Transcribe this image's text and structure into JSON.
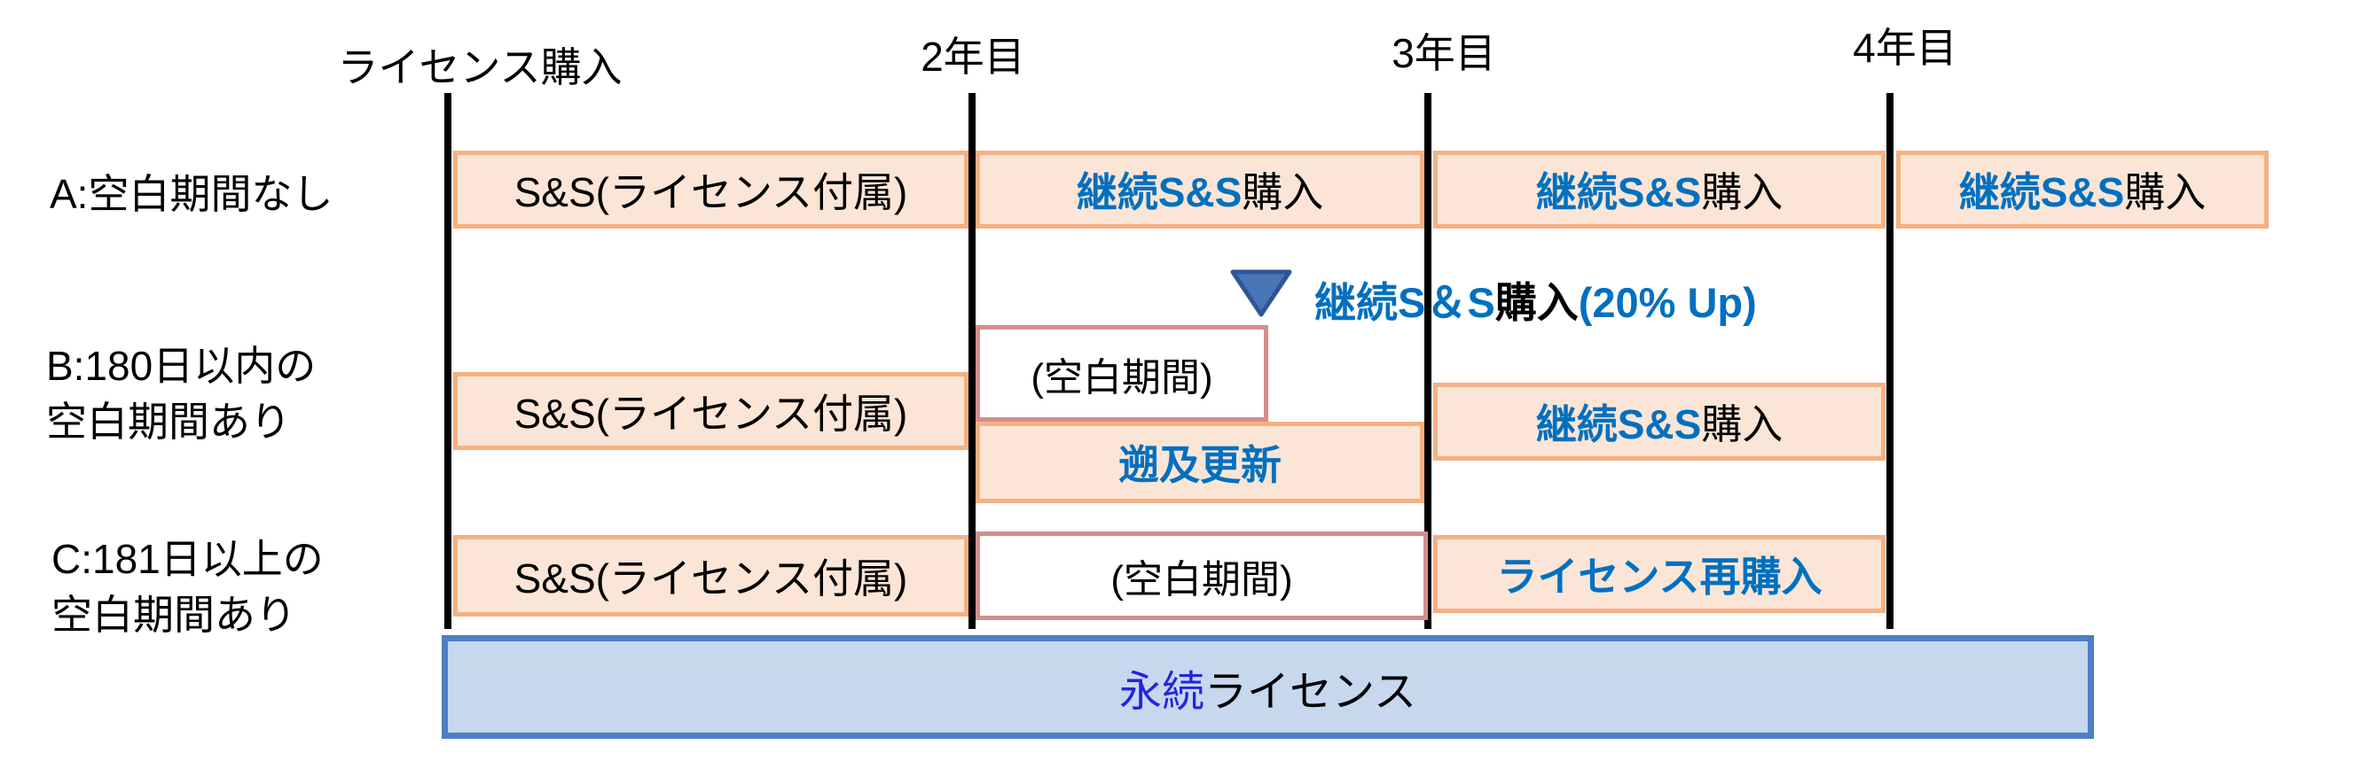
{
  "diagram": {
    "axis": {
      "labels": [
        "ライセンス購入",
        "2年目",
        "3年目",
        "4年目"
      ]
    },
    "row_labels": {
      "a": "A:空白期間なし",
      "b_line1": "B:180日以内の",
      "b_line2": "空白期間あり",
      "c_line1": "C:181日以上の",
      "c_line2": "空白期間あり"
    },
    "boxes": {
      "ss_attached": "S&S(ライセンス付属)",
      "renew_prefix": "継続S&S",
      "renew_suffix": "購入",
      "blank_period": "(空白期間)",
      "retroactive_renewal": "遡及更新",
      "license_rebuy": "ライセンス再購入",
      "perpetual_prefix": "永続",
      "perpetual_suffix": "ライセンス"
    },
    "annotation": {
      "prefix": "継続S＆S",
      "mid": "購入",
      "suffix": "(20% Up)"
    },
    "icons": {
      "down_triangle": "down-triangle-marker"
    },
    "colors": {
      "orange_border": "#F4B183",
      "orange_fill": "#FBE5D6",
      "rose_border": "#D48E8D",
      "accent_blue": "#0070C0",
      "pure_blue": "#2424E0",
      "blue_border": "#4E7EC4",
      "blue_fill": "#C7D7EE",
      "triangle_fill": "#4876B8",
      "triangle_border": "#2F5597"
    }
  }
}
